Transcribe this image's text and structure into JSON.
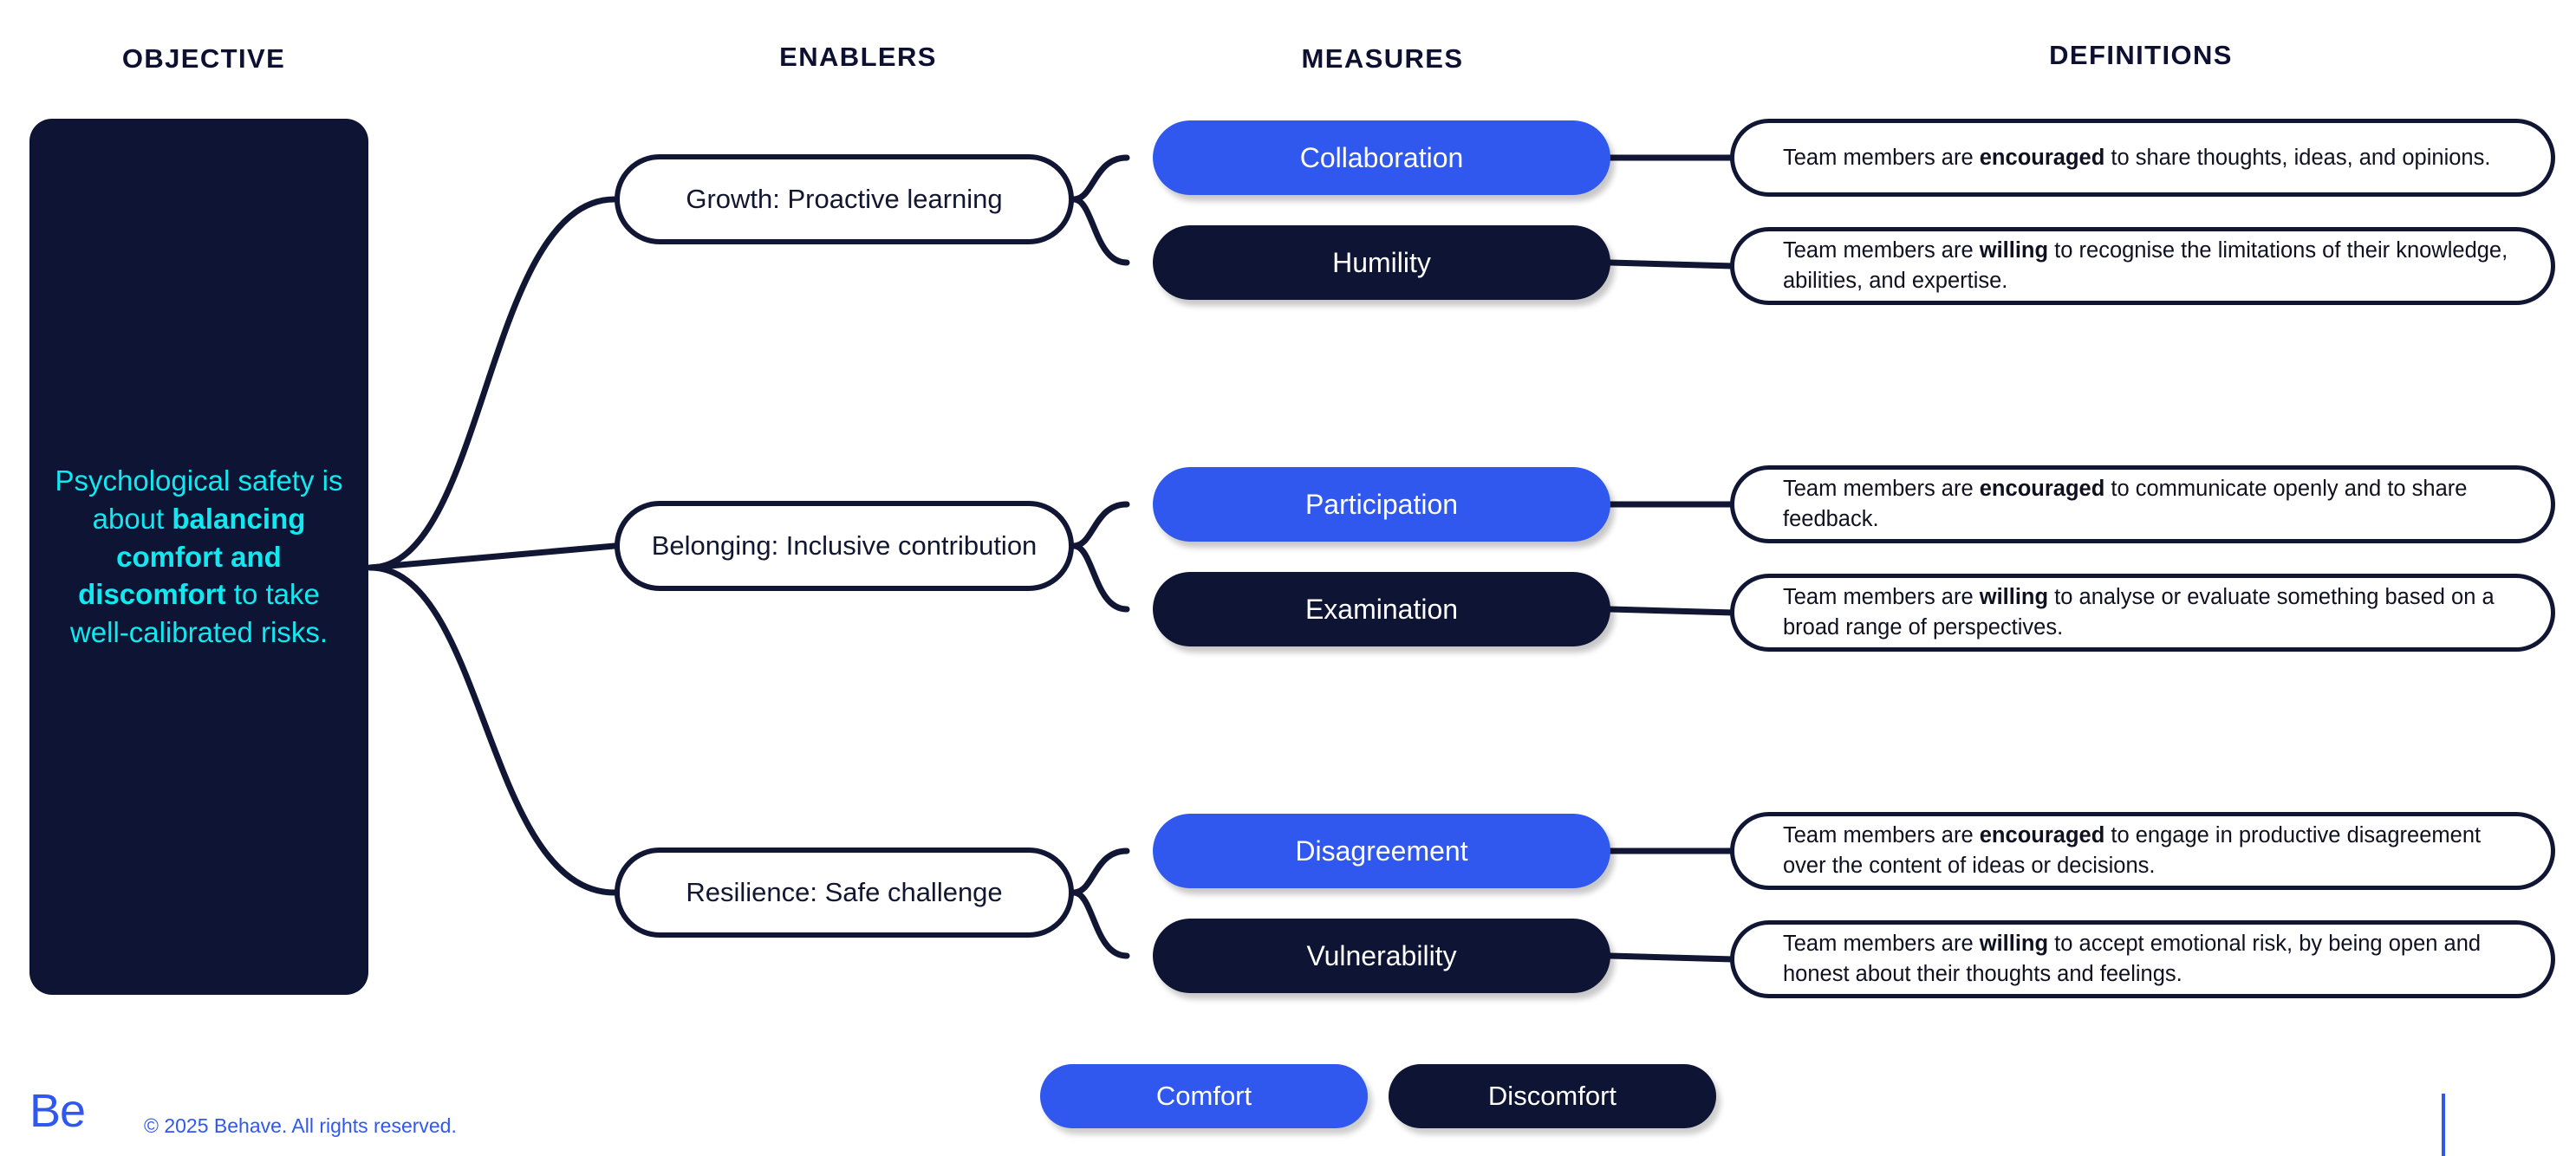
{
  "headers": {
    "objective": "OBJECTIVE",
    "enablers": "ENABLERS",
    "measures": "MEASURES",
    "definitions": "DEFINITIONS"
  },
  "objective": {
    "text_before": "Psychological safety is about ",
    "text_bold": "balancing comfort and discomfort",
    "text_after": " to take well-calibrated risks."
  },
  "enablers": [
    {
      "label": "Growth: Proactive learning"
    },
    {
      "label": "Belonging: Inclusive contribution"
    },
    {
      "label": "Resilience: Safe challenge"
    }
  ],
  "measures": [
    {
      "label": "Collaboration",
      "type": "comfort"
    },
    {
      "label": "Humility",
      "type": "discomfort"
    },
    {
      "label": "Participation",
      "type": "comfort"
    },
    {
      "label": "Examination",
      "type": "discomfort"
    },
    {
      "label": "Disagreement",
      "type": "comfort"
    },
    {
      "label": "Vulnerability",
      "type": "discomfort"
    }
  ],
  "definitions": [
    {
      "prefix": "Team members are ",
      "emphasis": "encouraged",
      "suffix": " to share thoughts, ideas, and opinions."
    },
    {
      "prefix": "Team members are ",
      "emphasis": "willing",
      "suffix": " to recognise the limitations of their knowledge, abilities, and expertise."
    },
    {
      "prefix": "Team members are ",
      "emphasis": "encouraged",
      "suffix": " to communicate openly and to share feedback."
    },
    {
      "prefix": "Team members are ",
      "emphasis": "willing",
      "suffix": " to analyse or evaluate something based on a broad range of perspectives."
    },
    {
      "prefix": "Team members are ",
      "emphasis": "encouraged",
      "suffix": " to engage in productive disagreement over the content of ideas or decisions."
    },
    {
      "prefix": "Team members are ",
      "emphasis": "willing",
      "suffix": " to accept emotional risk, by being open and honest about their thoughts and feelings."
    }
  ],
  "legend": [
    {
      "label": "Comfort",
      "type": "comfort"
    },
    {
      "label": "Discomfort",
      "type": "discomfort"
    }
  ],
  "footer": {
    "brand": "Be",
    "copyright": "© 2025 Behave. All rights reserved."
  },
  "colors": {
    "navy": "#0d1434",
    "blue": "#3058ef",
    "cyan": "#12e8f0",
    "stroke": "#111634",
    "background": "#ffffff"
  }
}
